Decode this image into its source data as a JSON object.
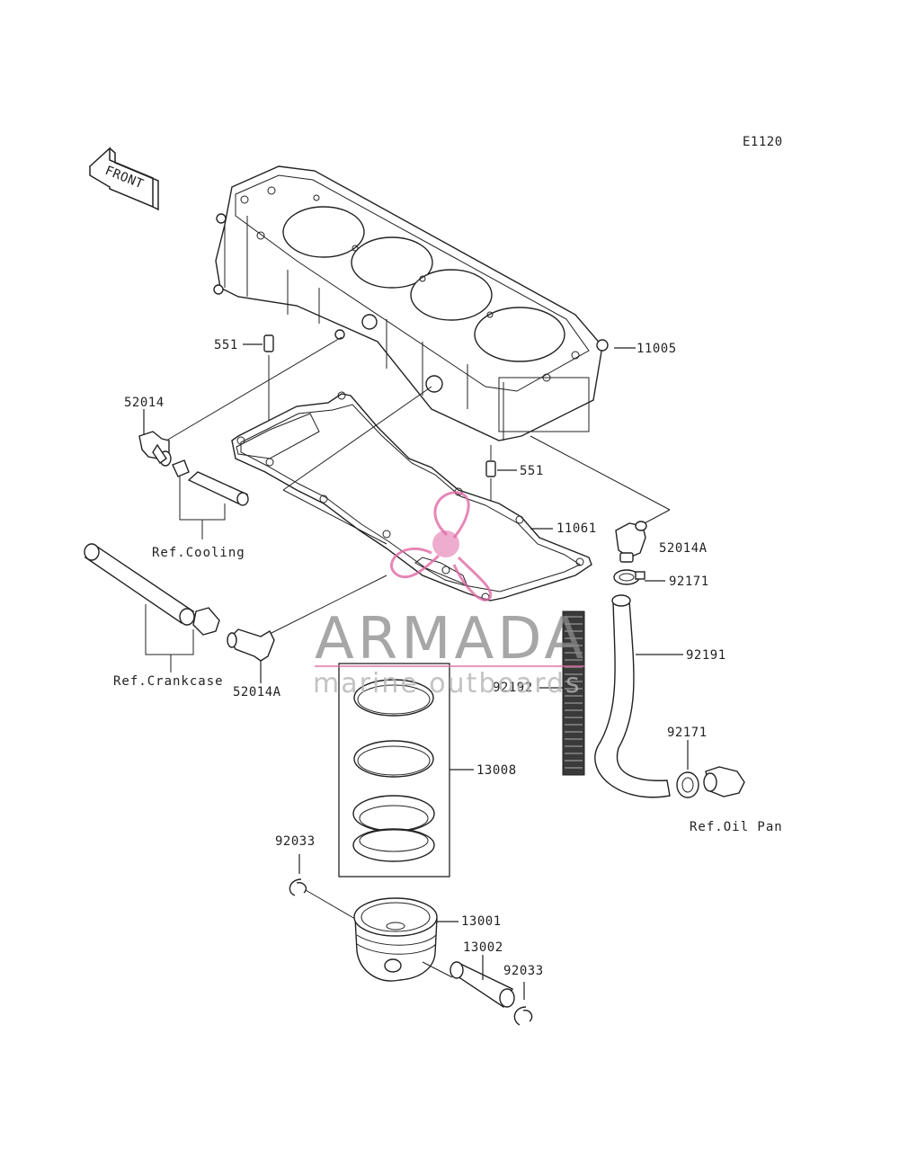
{
  "diagram_code": "E1120",
  "front_label": "FRONT",
  "watermark": {
    "title": "ARMADA",
    "subtitle": "marine outboards",
    "accent_color": "#e06aa5"
  },
  "parts": {
    "cylinder": "11005",
    "dowel_pin_upper": "551",
    "dowel_pin_lower": "551",
    "fitting_left": "52014",
    "gasket": "11061",
    "fitting_right": "52014A",
    "clamp_upper": "92171",
    "hose": "92191",
    "clamp_lower": "92171",
    "fitting_lower_left": "52014A",
    "spring_hose": "92192",
    "piston_rings": "13008",
    "circlip_left": "92033",
    "piston": "13001",
    "piston_pin": "13002",
    "circlip_right": "92033"
  },
  "refs": {
    "cooling": "Ref.Cooling",
    "crankcase": "Ref.Crankcase",
    "oil_pan": "Ref.Oil Pan"
  }
}
